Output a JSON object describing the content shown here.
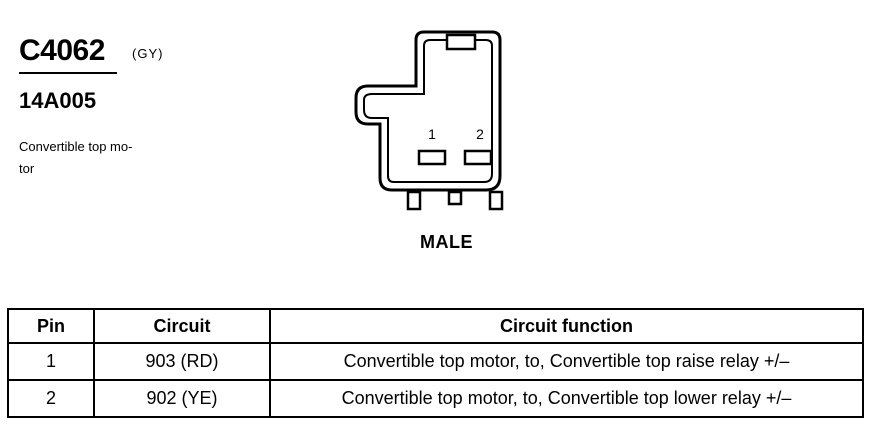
{
  "connector": {
    "id": "C4062",
    "color": "(GY)",
    "part_number": "14A005",
    "description": "Convertible top mo-\ntor",
    "gender": "MALE",
    "pin_labels": [
      "1",
      "2"
    ]
  },
  "table": {
    "headers": [
      "Pin",
      "Circuit",
      "Circuit function"
    ],
    "rows": [
      {
        "pin": "1",
        "circuit": "903 (RD)",
        "function": "Convertible top motor, to, Convertible top raise relay +/–"
      },
      {
        "pin": "2",
        "circuit": "902 (YE)",
        "function": "Convertible top motor, to, Convertible top lower relay +/–"
      }
    ]
  }
}
